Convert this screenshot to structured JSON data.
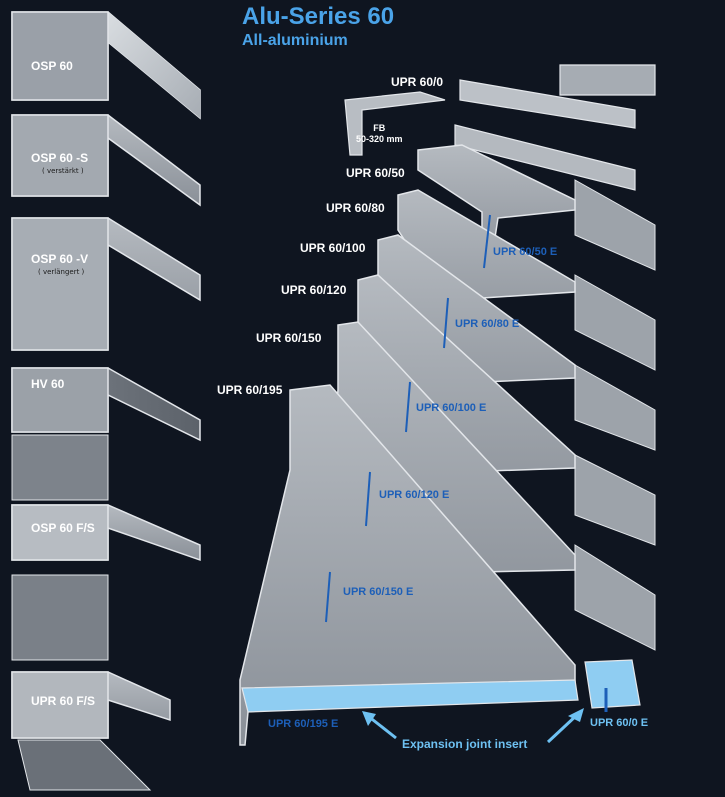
{
  "header": {
    "title": "Alu-Series 60",
    "subtitle": "All-aluminium"
  },
  "left_profiles": [
    {
      "label": "OSP 60",
      "note": ""
    },
    {
      "label": "OSP 60 -S",
      "note": "( verstärkt )"
    },
    {
      "label": "OSP 60 -V",
      "note": "( verlängert )"
    },
    {
      "label": "HV 60",
      "note": ""
    },
    {
      "label": "OSP 60 F/S",
      "note": ""
    },
    {
      "label": "UPR 60 F/S",
      "note": ""
    }
  ],
  "right_profiles": {
    "upr_0": "UPR 60/0",
    "fb_label": "FB",
    "fb_range": "50-320 mm",
    "upr_50": "UPR 60/50",
    "upr_80": "UPR 60/80",
    "upr_100": "UPR 60/100",
    "upr_120": "UPR 60/120",
    "upr_150": "UPR 60/150",
    "upr_195": "UPR 60/195"
  },
  "end_profiles": {
    "e_50": "UPR 60/50 E",
    "e_80": "UPR 60/80 E",
    "e_100": "UPR 60/100 E",
    "e_120": "UPR 60/120 E",
    "e_150": "UPR 60/150 E",
    "e_195": "UPR 60/195 E",
    "e_0": "UPR 60/0 E"
  },
  "callout": {
    "expansion_joint": "Expansion joint insert"
  },
  "colors": {
    "background": "#0f1520",
    "title": "#4aa3e8",
    "profile_light": "#c9cdd2",
    "profile_mid": "#9ca2aa",
    "profile_dark": "#6e757e",
    "end_label": "#1d5fb8",
    "insert": "#8fcdf2"
  }
}
